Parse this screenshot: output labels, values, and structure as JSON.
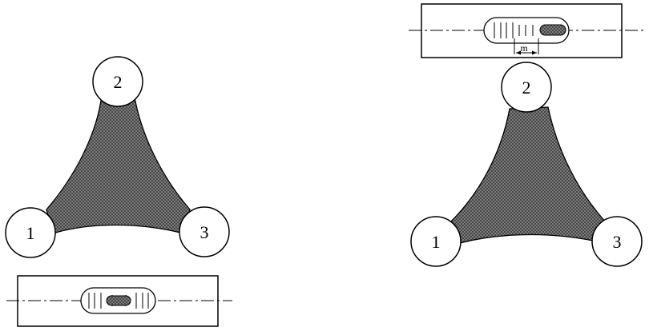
{
  "left_figure": {
    "supports": [
      {
        "label": "1"
      },
      {
        "label": "2"
      },
      {
        "label": "3"
      }
    ]
  },
  "right_figure": {
    "supports": [
      {
        "label": "1"
      },
      {
        "label": "2"
      },
      {
        "label": "3"
      }
    ],
    "level_offset_label": "m"
  },
  "colors": {
    "stroke": "#000000",
    "fill_plate": "#707070",
    "bubble": "#404040"
  }
}
